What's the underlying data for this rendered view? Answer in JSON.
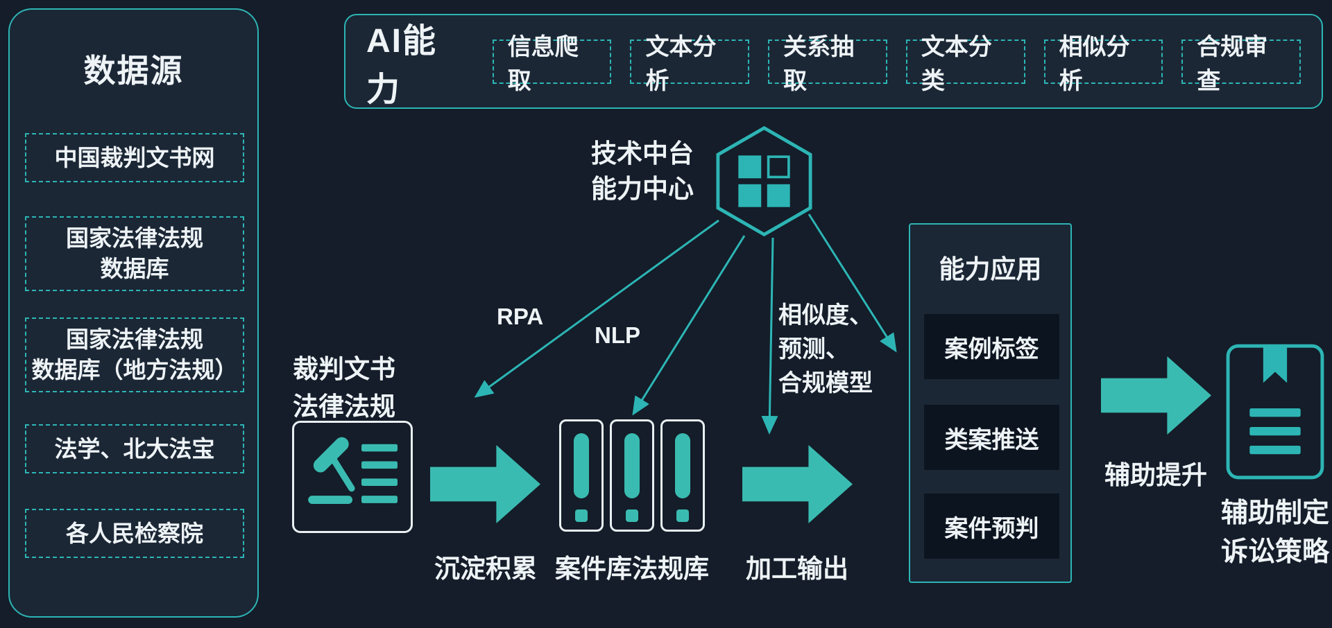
{
  "colors": {
    "background": "#141d29",
    "panel": "#1b2735",
    "teal_accent": "#2db5b5",
    "arrow_fill": "#3abbb1",
    "inner_box": "#0c141f",
    "text": "#eef3f6"
  },
  "data_sources": {
    "title": "数据源",
    "items": [
      "中国裁判文书网",
      "国家法律法规\n数据库",
      "国家法律法规\n数据库（地方法规）",
      "法学、北大法宝",
      "各人民检察院"
    ]
  },
  "ai_panel": {
    "title": "AI能力",
    "items": [
      "信息爬取",
      "文本分析",
      "关系抽取",
      "文本分类",
      "相似分析",
      "合规审查"
    ]
  },
  "tech_center": {
    "label": "技术中台\n能力中心"
  },
  "connectors": {
    "rpa": "RPA",
    "nlp": "NLP",
    "model": "相似度、\n预测、\n合规模型"
  },
  "pipeline": {
    "source_label": "裁判文书\n法律法规",
    "stage1_caption": "沉淀积累",
    "stage2_caption": "案件库法规库",
    "stage3_caption": "加工输出",
    "stage4_caption": "辅助提升",
    "result_label": "辅助制定\n诉讼策略"
  },
  "capability_app": {
    "title": "能力应用",
    "items": [
      "案例标签",
      "类案推送",
      "案件预判"
    ]
  }
}
